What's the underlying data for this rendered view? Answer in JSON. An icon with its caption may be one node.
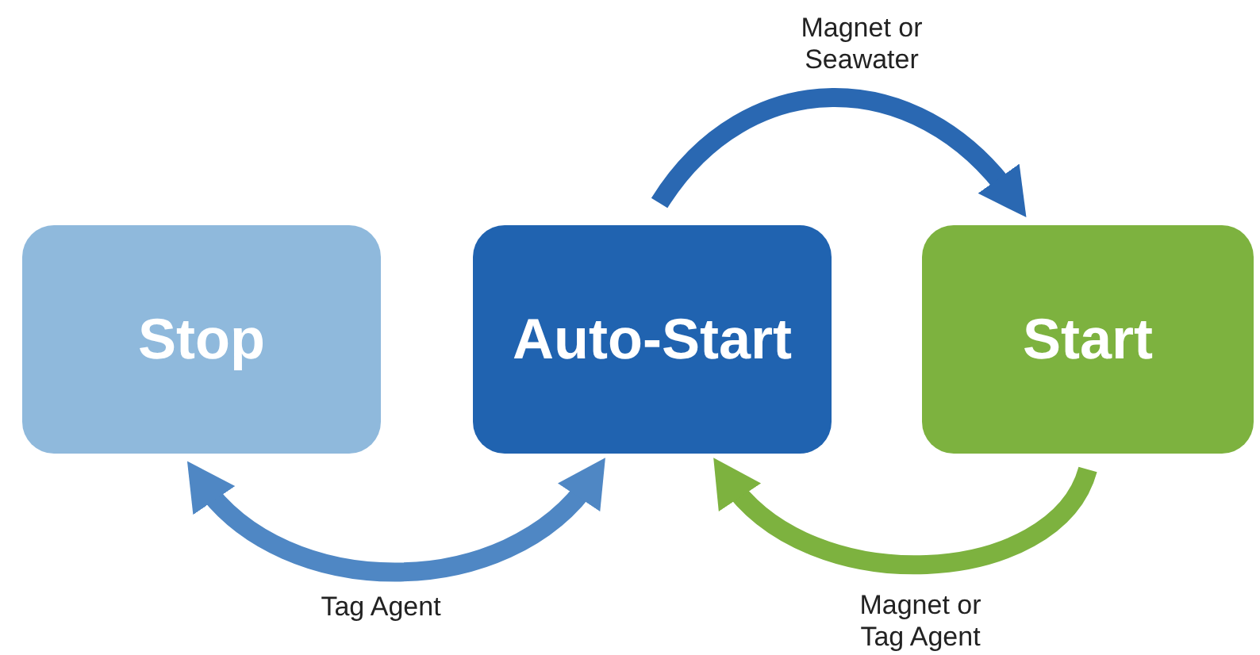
{
  "diagram": {
    "nodes": [
      {
        "text": [
          "Stop"
        ]
      },
      {
        "text": [
          "Auto-Start"
        ]
      },
      {
        "text": [
          "Start"
        ]
      }
    ],
    "edges": [
      {
        "from": 1,
        "to": 2,
        "arrow": "to",
        "label": "Magnet or Seawater",
        "color": "#2a68b2"
      },
      {
        "from": 0,
        "to": 1,
        "arrow": "both",
        "label": "Tag Agent",
        "color": "#4f87c4"
      },
      {
        "from": 2,
        "to": 1,
        "arrow": "to",
        "label": "Magnet or Tag Agent",
        "color": "#7db23f"
      }
    ]
  }
}
